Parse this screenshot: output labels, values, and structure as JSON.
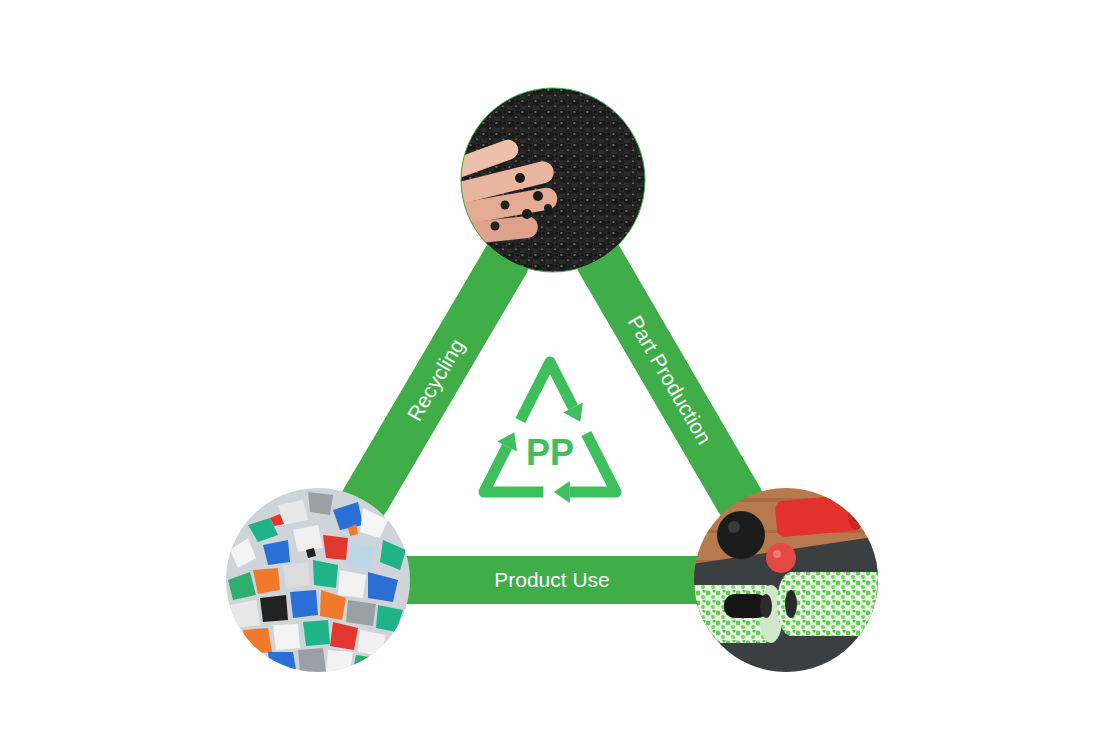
{
  "diagram": {
    "nodes": [
      {
        "text": [
          "Recycling"
        ]
      },
      {
        "text": [
          "Part Production"
        ]
      },
      {
        "text": [
          "Product Use"
        ]
      }
    ],
    "labels": [
      "PP"
    ]
  }
}
